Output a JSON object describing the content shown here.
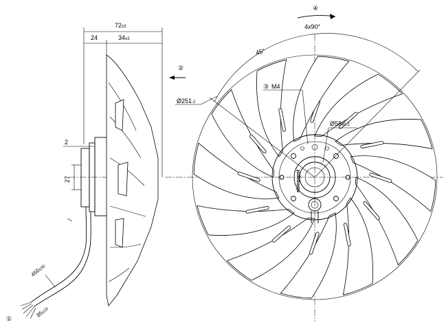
{
  "side_view": {
    "dim_overall": "72",
    "dim_overall_tol": "±3",
    "dim_hub": "24",
    "dim_blade": "34",
    "dim_blade_tol": "±3",
    "dim_gap": "2",
    "dim_shaft": "27",
    "dim_cable": "450",
    "dim_cable_tol": "±30",
    "dim_strip": "85",
    "dim_strip_tol": "±10",
    "callout_cable": "①"
  },
  "front_view": {
    "callout_rotation": "④",
    "dim_pitch": "4x90°",
    "dim_angle": "45°",
    "callout_airflow": "②",
    "callout_thread": "③",
    "thread": "M4",
    "dim_diameter": "Ø251",
    "dim_diameter_tol": "-2",
    "dim_bore": "Ø58",
    "dim_bore_tol": "±0.2",
    "hub_label": "ebmpapst"
  }
}
